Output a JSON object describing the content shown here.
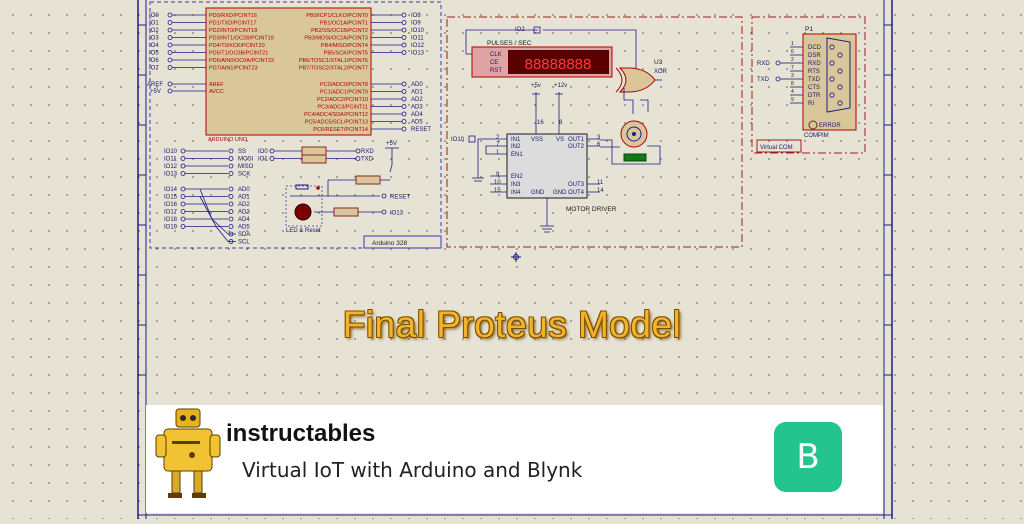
{
  "overlay_title": "Final Proteus Model",
  "banner": {
    "brand": "instructables",
    "subtitle": "Virtual IoT with Arduino and Blynk",
    "blynk_icon_letter": "B",
    "brand_color": "#23c48e"
  },
  "schematic": {
    "arduino": {
      "left_pins": [
        "IO0",
        "IO1",
        "IO2",
        "IO3",
        "IO4",
        "IO5",
        "IO6",
        "IO7"
      ],
      "port_d": [
        "PD0/RXD/PCINT16",
        "PD1/TXD/PCINT17",
        "PD2/INT0/PCINT18",
        "PD3/INT1/OC2B/PCINT19",
        "PD4/T0/XCK/PCINT20",
        "PD5/T1/OC0B/PCINT21",
        "PD6/AIN0/OC0A/PCINT22",
        "PD7/AIN1/PCINT23"
      ],
      "port_b": [
        "PB0/ICP1/CLKO/PCINT0",
        "PB1/OC1A/PCINT1",
        "PB2/SS/OC1B/PCINT2",
        "PB3/MOSI/OC2A/PCINT3",
        "PB4/MISO/PCINT4",
        "PB5/SCK/PCINT5",
        "PB6/TOSC1/XTAL1/PCINT6",
        "PB7/TOSC2/XTAL2/PCINT7"
      ],
      "right_pins_top": [
        "IO8",
        "IO9",
        "IO10",
        "IO11",
        "IO12",
        "IO13"
      ],
      "power_pins": [
        "AREF",
        "AVCC"
      ],
      "power_labels": [
        "AREF",
        "+5V"
      ],
      "port_c": [
        "PC0/ADC0/PCINT8",
        "PC1/ADC1/PCINT9",
        "PC2/ADC2/PCINT10",
        "PC3/ADC3/PCINT11",
        "PC4/ADC4/SDA/PCINT12",
        "PC5/ADC5/SCL/PCINT13",
        "PC6/RESET/PCINT14"
      ],
      "right_pins_bottom": [
        "AD0",
        "AD1",
        "AD2",
        "AD3",
        "AD4",
        "AD5",
        "RESET"
      ],
      "chip_name": "ARDUINO UNO",
      "lower_left_a": [
        "IO10",
        "IO11",
        "IO12",
        "IO13"
      ],
      "lower_signals_a": [
        "SS",
        "MOSI",
        "MISO",
        "SCK"
      ],
      "lower_left_b": [
        "IO14",
        "IO15",
        "IO16",
        "IO17",
        "IO18",
        "IO19"
      ],
      "lower_signals_b": [
        "AD0",
        "AD1",
        "AD2",
        "AD3",
        "AD4",
        "AD5",
        "SDA",
        "SCL"
      ],
      "uart_left": [
        "IO0",
        "IO1"
      ],
      "uart_right": [
        "RXD",
        "TXD"
      ],
      "reset_net": "RESET",
      "io13_net": "IO13",
      "supply": "+5V",
      "led_label": "LED & Reset",
      "board_label": "Arduino 328"
    },
    "counter": {
      "title": "PULSES / SEC",
      "pins": [
        "CLK",
        "CE",
        "RST"
      ],
      "display": "88888888",
      "io_label": "IO2"
    },
    "xor": {
      "ref": "U3",
      "type": "XOR"
    },
    "driver": {
      "title": "MOTOR DRIVER",
      "left_pins": [
        "IN1",
        "IN2",
        "EN1",
        "EN2",
        "IN3",
        "IN4"
      ],
      "left_numbers": [
        "2",
        "7",
        "1",
        "9",
        "10",
        "15"
      ],
      "right_pins": [
        "OUT1",
        "OUT2",
        "OUT3",
        "OUT4"
      ],
      "right_numbers": [
        "3",
        "6",
        "11",
        "14"
      ],
      "top_pins": [
        "VSS",
        "VS"
      ],
      "bottom_pins": [
        "GND",
        "GND"
      ],
      "supplies": [
        "+5v",
        "+12v"
      ],
      "top_numbers": [
        "16",
        "8"
      ],
      "io_label": "IO10"
    },
    "comport": {
      "ref": "P1",
      "pins": [
        "DCD",
        "DSR",
        "RXD",
        "RTS",
        "TXD",
        "CTS",
        "DTR",
        "RI"
      ],
      "pin_numbers": [
        "1",
        "6",
        "2",
        "7",
        "3",
        "8",
        "4",
        "9"
      ],
      "left_labels": [
        "RXD",
        "TXD"
      ],
      "status": "ERROR",
      "name": "COMPIM",
      "box_label": "Virtual COM"
    }
  }
}
